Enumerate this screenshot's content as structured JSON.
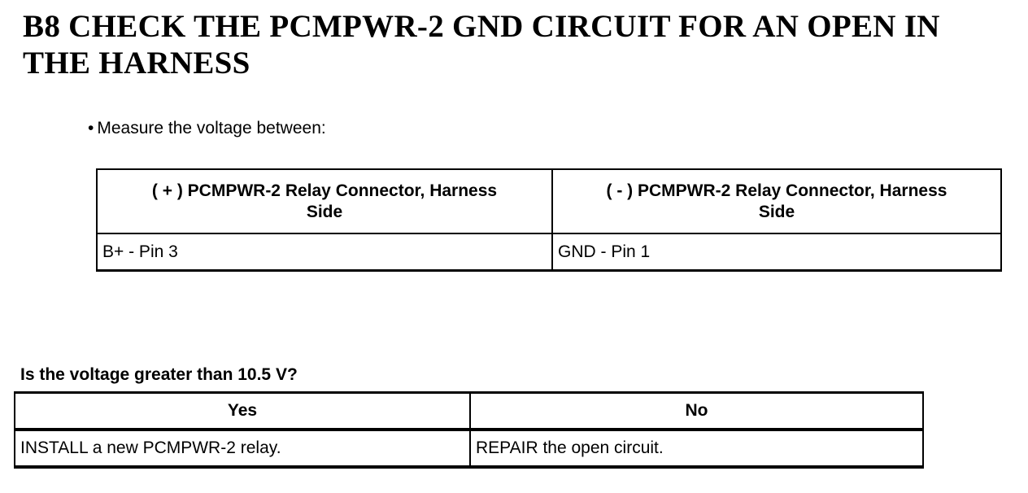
{
  "page": {
    "title": {
      "line1": "B8 CHECK THE PCMPWR-2 GND CIRCUIT FOR AN OPEN IN",
      "line2": "THE HARNESS"
    },
    "instruction": {
      "bullet": "•",
      "text": "Measure the voltage between:"
    },
    "measure_table": {
      "headers": [
        "( + ) PCMPWR-2 Relay Connector, Harness Side",
        "( - ) PCMPWR-2 Relay Connector, Harness Side"
      ],
      "rows": [
        [
          "B+ - Pin 3",
          "GND - Pin 1"
        ]
      ]
    },
    "question": "Is the voltage greater than 10.5 V?",
    "decision_table": {
      "headers": [
        "Yes",
        "No"
      ],
      "rows": [
        [
          "INSTALL a new PCMPWR-2 relay.",
          "REPAIR the open circuit."
        ]
      ]
    },
    "colors": {
      "text": "#000000",
      "background": "#ffffff"
    }
  }
}
